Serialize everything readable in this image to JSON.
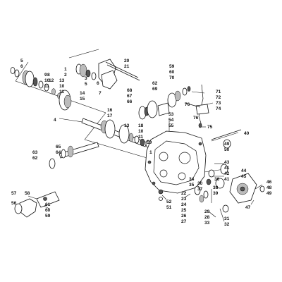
{
  "labels": [
    {
      "id": "l5a",
      "text": "5"
    },
    {
      "id": "l6a",
      "text": "6"
    },
    {
      "id": "l9a",
      "text": "9"
    },
    {
      "id": "l10a",
      "text": "10"
    },
    {
      "id": "l11a",
      "text": "11"
    },
    {
      "id": "l8a",
      "text": "8"
    },
    {
      "id": "l12a",
      "text": "12"
    },
    {
      "id": "l13a",
      "text": "13"
    },
    {
      "id": "l10b",
      "text": "10"
    },
    {
      "id": "l11b",
      "text": "11"
    },
    {
      "id": "l14",
      "text": "14"
    },
    {
      "id": "l15",
      "text": "15"
    },
    {
      "id": "l1",
      "text": "1"
    },
    {
      "id": "l2",
      "text": "2"
    },
    {
      "id": "l3",
      "text": "3"
    },
    {
      "id": "l5b",
      "text": "5"
    },
    {
      "id": "l6b",
      "text": "6"
    },
    {
      "id": "l7",
      "text": "7"
    },
    {
      "id": "l20",
      "text": "20"
    },
    {
      "id": "l21",
      "text": "21"
    },
    {
      "id": "l4",
      "text": "4"
    },
    {
      "id": "l16",
      "text": "16"
    },
    {
      "id": "l17",
      "text": "17"
    },
    {
      "id": "l13b",
      "text": "13"
    },
    {
      "id": "l18",
      "text": "18"
    },
    {
      "id": "l10c",
      "text": "10"
    },
    {
      "id": "l11c",
      "text": "11"
    },
    {
      "id": "l19",
      "text": "19"
    },
    {
      "id": "l1b",
      "text": "1"
    },
    {
      "id": "l68",
      "text": "68"
    },
    {
      "id": "l67",
      "text": "67"
    },
    {
      "id": "l66",
      "text": "66"
    },
    {
      "id": "l62",
      "text": "62"
    },
    {
      "id": "l69",
      "text": "69"
    },
    {
      "id": "l59",
      "text": "59"
    },
    {
      "id": "l60",
      "text": "60"
    },
    {
      "id": "l70",
      "text": "70"
    },
    {
      "id": "l71",
      "text": "71"
    },
    {
      "id": "l72",
      "text": "72"
    },
    {
      "id": "l73",
      "text": "73"
    },
    {
      "id": "l74",
      "text": "74"
    },
    {
      "id": "l76a",
      "text": "76"
    },
    {
      "id": "l76b",
      "text": "76"
    },
    {
      "id": "l75",
      "text": "75"
    },
    {
      "id": "l53",
      "text": "53"
    },
    {
      "id": "l54",
      "text": "54"
    },
    {
      "id": "l55",
      "text": "55"
    },
    {
      "id": "l40",
      "text": "40"
    },
    {
      "id": "l49",
      "text": "49"
    },
    {
      "id": "l50",
      "text": "50"
    },
    {
      "id": "l43",
      "text": "43"
    },
    {
      "id": "l41a",
      "text": "41"
    },
    {
      "id": "l42",
      "text": "42"
    },
    {
      "id": "l41b",
      "text": "41"
    },
    {
      "id": "l44",
      "text": "44"
    },
    {
      "id": "l45",
      "text": "45"
    },
    {
      "id": "l46",
      "text": "46"
    },
    {
      "id": "l48",
      "text": "48"
    },
    {
      "id": "l49b",
      "text": "49"
    },
    {
      "id": "l47",
      "text": "47"
    },
    {
      "id": "l65",
      "text": "65"
    },
    {
      "id": "l64",
      "text": "64"
    },
    {
      "id": "l63",
      "text": "63"
    },
    {
      "id": "l62b",
      "text": "62"
    },
    {
      "id": "l34",
      "text": "34"
    },
    {
      "id": "l35",
      "text": "35"
    },
    {
      "id": "l36",
      "text": "36"
    },
    {
      "id": "l30",
      "text": "30"
    },
    {
      "id": "l37",
      "text": "37"
    },
    {
      "id": "l38",
      "text": "38"
    },
    {
      "id": "l39",
      "text": "39"
    },
    {
      "id": "l22",
      "text": "22"
    },
    {
      "id": "l23",
      "text": "23"
    },
    {
      "id": "l24",
      "text": "24"
    },
    {
      "id": "l25",
      "text": "25"
    },
    {
      "id": "l26",
      "text": "26"
    },
    {
      "id": "l27",
      "text": "27"
    },
    {
      "id": "l52",
      "text": "52"
    },
    {
      "id": "l51",
      "text": "51"
    },
    {
      "id": "l29",
      "text": "29"
    },
    {
      "id": "l28",
      "text": "28"
    },
    {
      "id": "l33",
      "text": "33"
    },
    {
      "id": "l31",
      "text": "31"
    },
    {
      "id": "l32",
      "text": "32"
    },
    {
      "id": "l57",
      "text": "57"
    },
    {
      "id": "l58",
      "text": "58"
    },
    {
      "id": "l56",
      "text": "56"
    },
    {
      "id": "l61",
      "text": "61"
    },
    {
      "id": "l60b",
      "text": "60"
    },
    {
      "id": "l59b",
      "text": "59"
    }
  ]
}
